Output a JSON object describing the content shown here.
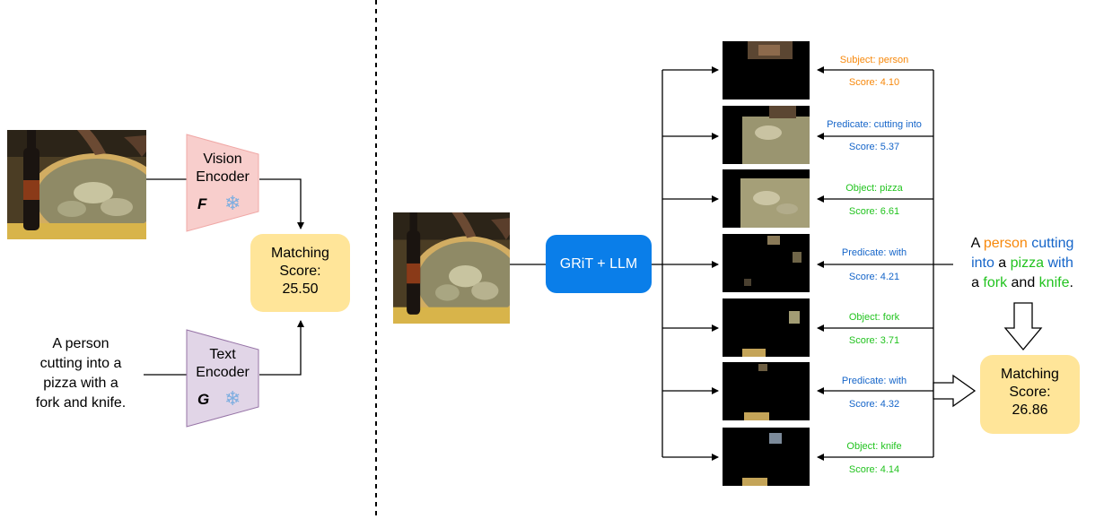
{
  "left": {
    "vision_encoder": {
      "line1": "Vision",
      "line2": "Encoder",
      "symbol": "F"
    },
    "text_encoder": {
      "line1": "Text",
      "line2": "Encoder",
      "symbol": "G"
    },
    "matching_score": {
      "line1": "Matching",
      "line2": "Score:",
      "value": "25.50"
    },
    "caption_lines": [
      "A person",
      "cutting into a",
      "pizza with a",
      "fork and knife."
    ],
    "freeze_icon": "snowflake-icon"
  },
  "right": {
    "model_label": "GRiT + LLM",
    "segments": [
      {
        "label": "Subject: person",
        "score": "Score: 4.10",
        "role": "subject"
      },
      {
        "label": "Predicate: cutting into",
        "score": "Score: 5.37",
        "role": "predicate"
      },
      {
        "label": "Object: pizza",
        "score": "Score: 6.61",
        "role": "object"
      },
      {
        "label": "Predicate: with",
        "score": "Score: 4.21",
        "role": "predicate"
      },
      {
        "label": "Object: fork",
        "score": "Score: 3.71",
        "role": "object"
      },
      {
        "label": "Predicate: with",
        "score": "Score: 4.32",
        "role": "predicate"
      },
      {
        "label": "Object: knife",
        "score": "Score: 4.14",
        "role": "object"
      }
    ],
    "sentence": {
      "line1": [
        {
          "t": "A ",
          "c": "black"
        },
        {
          "t": "person",
          "c": "orange"
        },
        {
          "t": " ",
          "c": "black"
        },
        {
          "t": "cutting",
          "c": "blue"
        }
      ],
      "line2": [
        {
          "t": "into",
          "c": "blue"
        },
        {
          "t": " a ",
          "c": "black"
        },
        {
          "t": "pizza",
          "c": "green"
        },
        {
          "t": " ",
          "c": "black"
        },
        {
          "t": "with",
          "c": "blue"
        }
      ],
      "line3": [
        {
          "t": "a ",
          "c": "black"
        },
        {
          "t": "fork",
          "c": "green"
        },
        {
          "t": " and ",
          "c": "black"
        },
        {
          "t": "knife",
          "c": "green"
        },
        {
          "t": ".",
          "c": "black"
        }
      ]
    },
    "matching_score": {
      "line1": "Matching",
      "line2": "Score:",
      "value": "26.86"
    }
  },
  "colors": {
    "orange": "#f7880b",
    "blue": "#1565c9",
    "green": "#22c31f",
    "vision_encoder_fill": "#f8cecc",
    "text_encoder_fill": "#e1d5e7",
    "score_fill": "#ffe599",
    "model_fill": "#0a7ee9",
    "snowflake": "#7eaee0"
  }
}
